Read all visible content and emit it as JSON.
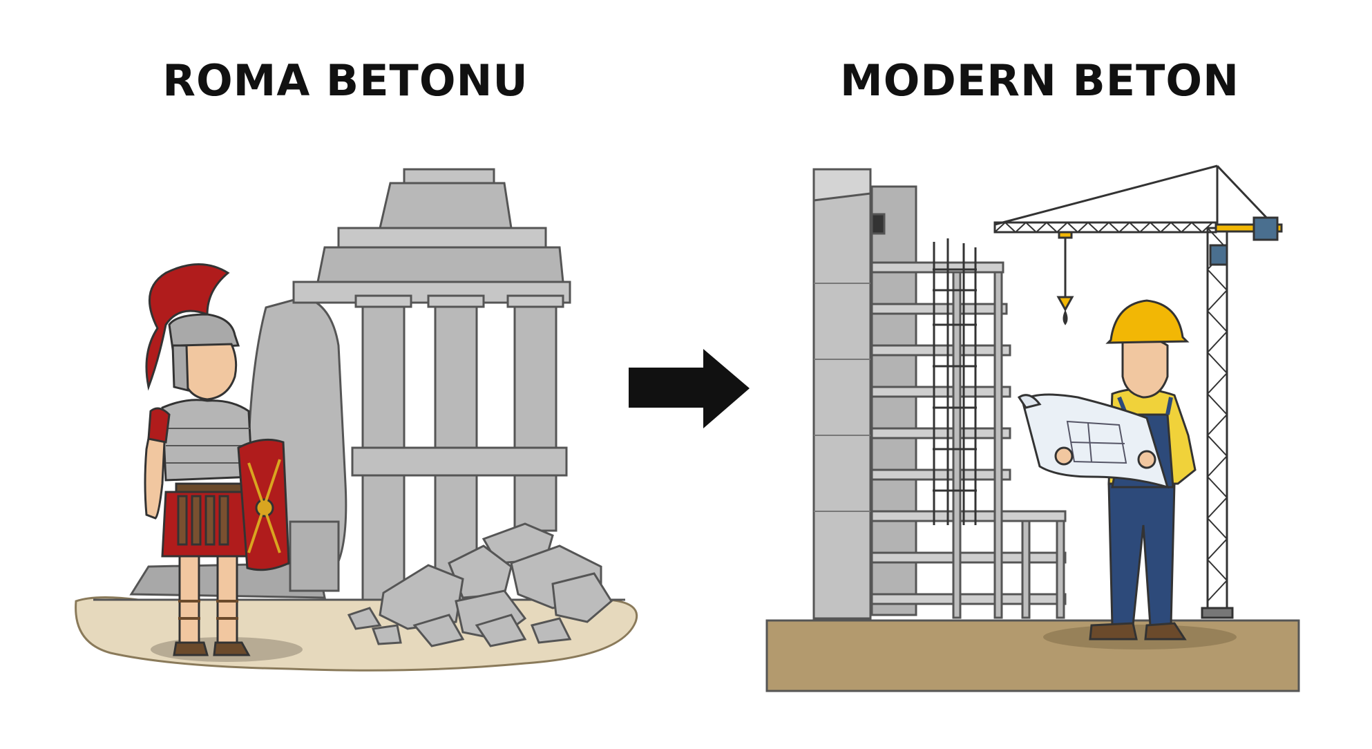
{
  "left_panel": {
    "title": "ROMA BETONU",
    "subject": "roman-soldier",
    "structure": "ruined-temple"
  },
  "right_panel": {
    "title": "MODERN BETON",
    "subject": "construction-worker",
    "structure": "building-under-construction"
  },
  "arrow": {
    "direction": "right"
  },
  "colors": {
    "ground_sand": "#e6d9bd",
    "ground_soil": "#b39a6e",
    "stone": "#b8b8b8",
    "concrete": "#c2c2c2",
    "helmet_plume": "#b01c1c",
    "hard_hat": "#f2b705",
    "crane_blue": "#4a6f8f"
  }
}
